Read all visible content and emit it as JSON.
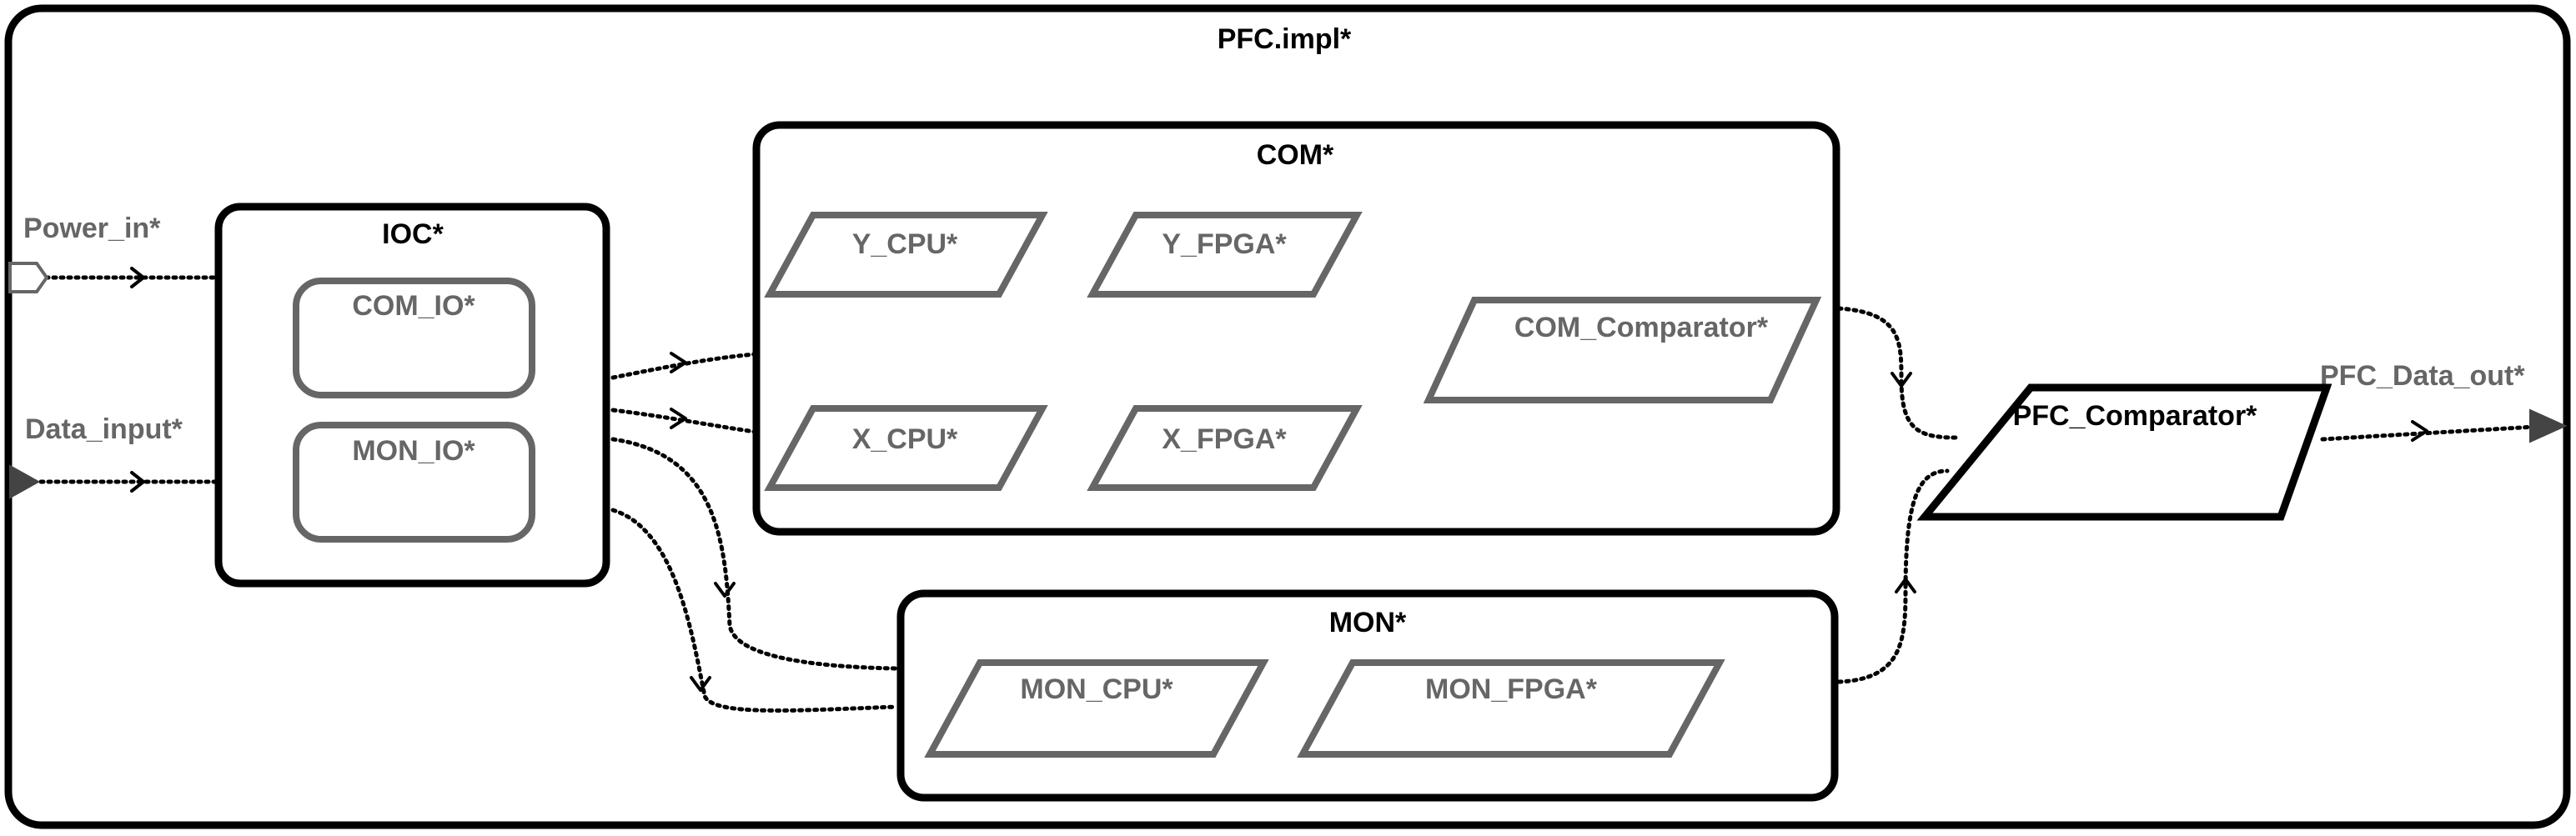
{
  "system": {
    "title": "PFC.impl*"
  },
  "ports": {
    "power_in": "Power_in*",
    "data_input": "Data_input*",
    "data_out": "PFC_Data_out*"
  },
  "ioc": {
    "title": "IOC*",
    "com_io": "COM_IO*",
    "mon_io": "MON_IO*"
  },
  "com": {
    "title": "COM*",
    "y_cpu": "Y_CPU*",
    "y_fpga": "Y_FPGA*",
    "x_cpu": "X_CPU*",
    "x_fpga": "X_FPGA*",
    "comparator": "COM_Comparator*"
  },
  "mon": {
    "title": "MON*",
    "cpu": "MON_CPU*",
    "fpga": "MON_FPGA*"
  },
  "pfc_comparator": "PFC_Comparator*",
  "colors": {
    "frame": "#000000",
    "inner": "#666666",
    "background": "#ffffff"
  }
}
